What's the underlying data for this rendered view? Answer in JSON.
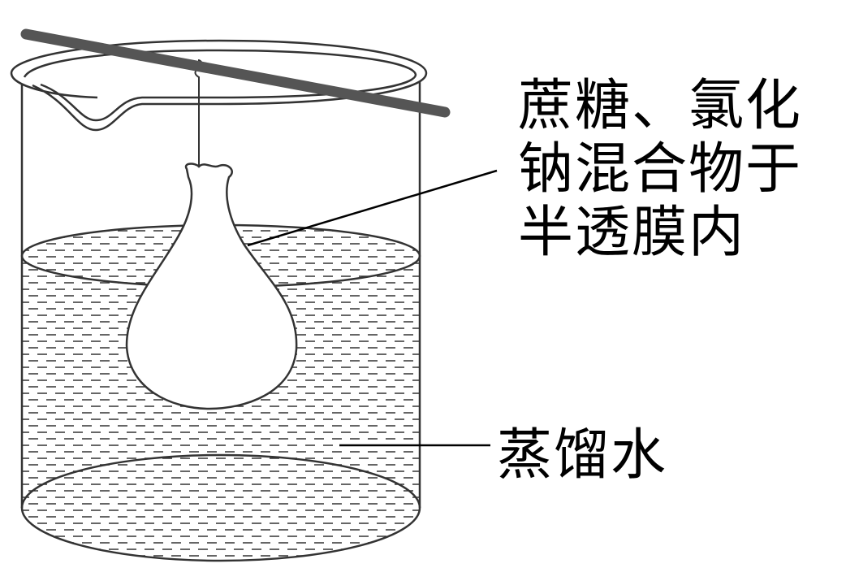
{
  "labels": {
    "bag_contents": [
      "蔗糖、氯化",
      "钠混合物于",
      "半透膜内"
    ],
    "water": "蒸馏水"
  },
  "colors": {
    "line": "#333333",
    "rod": "#555555",
    "background": "#ffffff"
  }
}
